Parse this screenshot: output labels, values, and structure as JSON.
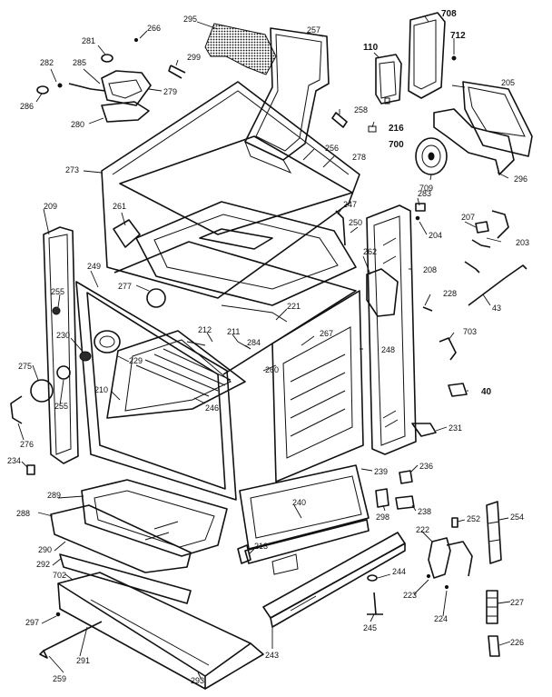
{
  "callouts": [
    {
      "id": "266",
      "text": "266"
    },
    {
      "id": "295",
      "text": "295"
    },
    {
      "id": "257",
      "text": "257"
    },
    {
      "id": "708",
      "text": "708"
    },
    {
      "id": "712",
      "text": "712"
    },
    {
      "id": "110",
      "text": "110"
    },
    {
      "id": "281",
      "text": "281"
    },
    {
      "id": "282",
      "text": "282"
    },
    {
      "id": "285",
      "text": "285"
    },
    {
      "id": "299",
      "text": "299"
    },
    {
      "id": "279",
      "text": "279"
    },
    {
      "id": "286",
      "text": "286"
    },
    {
      "id": "280",
      "text": "280"
    },
    {
      "id": "258",
      "text": "258"
    },
    {
      "id": "216",
      "text": "216"
    },
    {
      "id": "700",
      "text": "700"
    },
    {
      "id": "205",
      "text": "205"
    },
    {
      "id": "273",
      "text": "273"
    },
    {
      "id": "256",
      "text": "256"
    },
    {
      "id": "278",
      "text": "278"
    },
    {
      "id": "709",
      "text": "709"
    },
    {
      "id": "296",
      "text": "296"
    },
    {
      "id": "209",
      "text": "209"
    },
    {
      "id": "261",
      "text": "261"
    },
    {
      "id": "247",
      "text": "247"
    },
    {
      "id": "283",
      "text": "283"
    },
    {
      "id": "250",
      "text": "250"
    },
    {
      "id": "204",
      "text": "204"
    },
    {
      "id": "207",
      "text": "207"
    },
    {
      "id": "203",
      "text": "203"
    },
    {
      "id": "262",
      "text": "262"
    },
    {
      "id": "208",
      "text": "208"
    },
    {
      "id": "249",
      "text": "249"
    },
    {
      "id": "277",
      "text": "277"
    },
    {
      "id": "255a",
      "text": "255"
    },
    {
      "id": "228",
      "text": "228"
    },
    {
      "id": "43",
      "text": "43"
    },
    {
      "id": "221",
      "text": "221"
    },
    {
      "id": "230",
      "text": "230"
    },
    {
      "id": "212",
      "text": "212"
    },
    {
      "id": "211",
      "text": "211"
    },
    {
      "id": "284",
      "text": "284"
    },
    {
      "id": "267",
      "text": "267"
    },
    {
      "id": "703",
      "text": "703"
    },
    {
      "id": "229",
      "text": "229"
    },
    {
      "id": "248",
      "text": "248"
    },
    {
      "id": "275",
      "text": "275"
    },
    {
      "id": "260",
      "text": "260"
    },
    {
      "id": "40",
      "text": "40"
    },
    {
      "id": "210",
      "text": "210"
    },
    {
      "id": "246",
      "text": "246"
    },
    {
      "id": "255b",
      "text": "255"
    },
    {
      "id": "276",
      "text": "276"
    },
    {
      "id": "231",
      "text": "231"
    },
    {
      "id": "234",
      "text": "234"
    },
    {
      "id": "239",
      "text": "239"
    },
    {
      "id": "236",
      "text": "236"
    },
    {
      "id": "289",
      "text": "289"
    },
    {
      "id": "288",
      "text": "288"
    },
    {
      "id": "240",
      "text": "240"
    },
    {
      "id": "298",
      "text": "298"
    },
    {
      "id": "238",
      "text": "238"
    },
    {
      "id": "252",
      "text": "252"
    },
    {
      "id": "254",
      "text": "254"
    },
    {
      "id": "222",
      "text": "222"
    },
    {
      "id": "290",
      "text": "290"
    },
    {
      "id": "213",
      "text": "213"
    },
    {
      "id": "292",
      "text": "292"
    },
    {
      "id": "244",
      "text": "244"
    },
    {
      "id": "702",
      "text": "702"
    },
    {
      "id": "223",
      "text": "223"
    },
    {
      "id": "227",
      "text": "227"
    },
    {
      "id": "297",
      "text": "297"
    },
    {
      "id": "224",
      "text": "224"
    },
    {
      "id": "245",
      "text": "245"
    },
    {
      "id": "291",
      "text": "291"
    },
    {
      "id": "243",
      "text": "243"
    },
    {
      "id": "226",
      "text": "226"
    },
    {
      "id": "259",
      "text": "259"
    },
    {
      "id": "293",
      "text": "293"
    }
  ]
}
